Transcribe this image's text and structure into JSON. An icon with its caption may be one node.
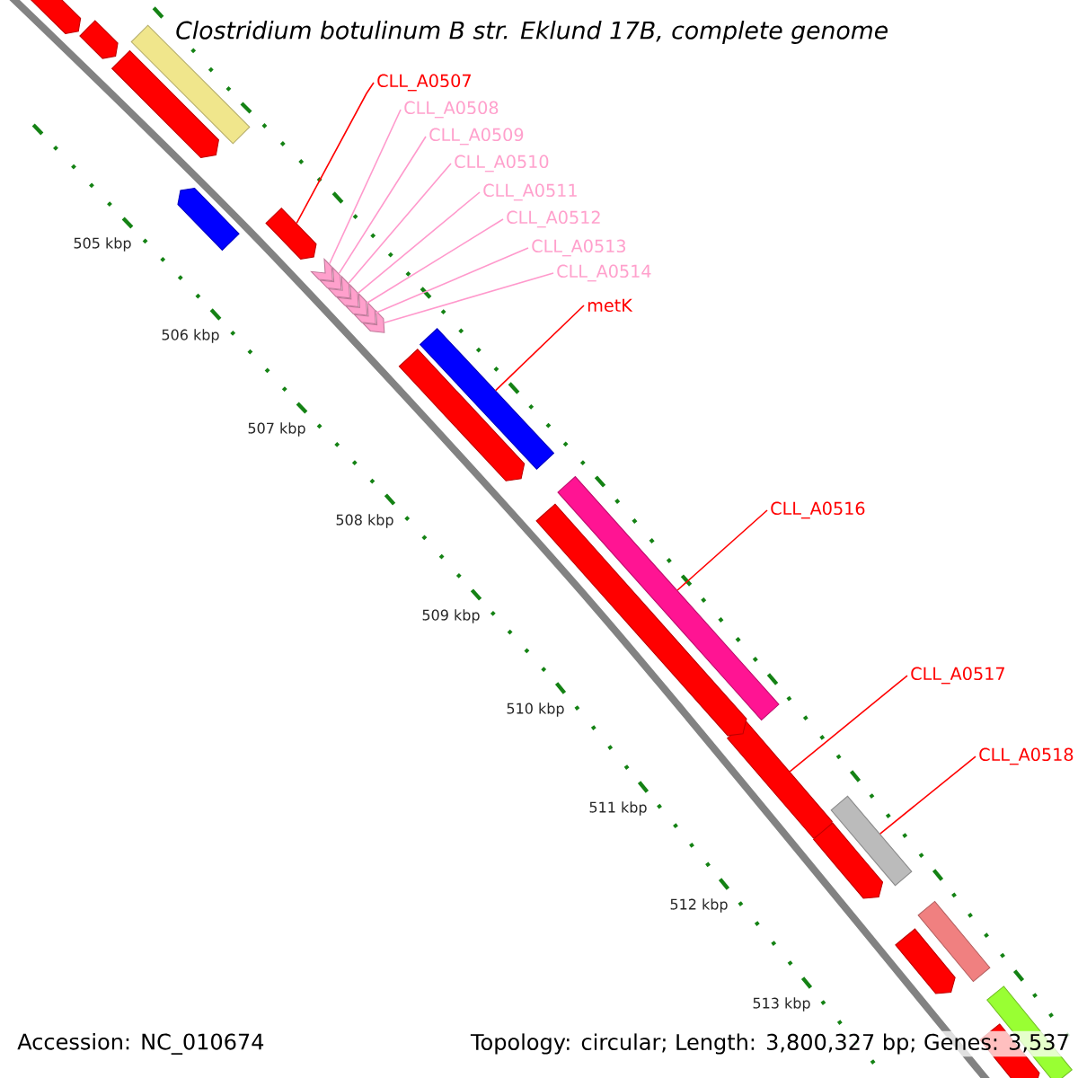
{
  "diagram": {
    "title": "Clostridium botulinum B str. Eklund 17B, complete genome",
    "nodes": [
      {
        "text": [
          "CLL_A0507"
        ]
      },
      {
        "text": [
          "CLL_A0508"
        ]
      },
      {
        "text": [
          "CLL_A0509"
        ]
      },
      {
        "text": [
          "CLL_A0510"
        ]
      },
      {
        "text": [
          "CLL_A0511"
        ]
      },
      {
        "text": [
          "CLL_A0512"
        ]
      },
      {
        "text": [
          "CLL_A0513"
        ]
      },
      {
        "text": [
          "CLL_A0514"
        ]
      },
      {
        "text": [
          "metK"
        ]
      },
      {
        "text": [
          "CLL_A0516"
        ]
      },
      {
        "text": [
          "CLL_A0517"
        ]
      },
      {
        "text": [
          "CLL_A0518"
        ]
      },
      {
        "text": [],
        "shape": "pentagon"
      },
      {
        "text": [],
        "shape": "chevron"
      },
      {
        "text": [],
        "shape": "chevron"
      },
      {
        "text": [],
        "shape": "chevron"
      },
      {
        "text": [],
        "shape": "chevron"
      },
      {
        "text": [],
        "shape": "chevron"
      },
      {
        "text": [],
        "shape": "chevron"
      },
      {
        "text": [],
        "shape": "chevron"
      },
      {
        "text": [],
        "shape": "bar"
      },
      {
        "text": [],
        "shape": "bar"
      },
      {
        "text": [],
        "shape": "pentagon"
      },
      {
        "text": [],
        "shape": "bar"
      },
      {
        "text": [],
        "shape": "pentagon"
      },
      {
        "text": [],
        "shape": "pentagon"
      },
      {
        "text": [],
        "shape": "pentagon"
      },
      {
        "text": [],
        "shape": "bar"
      },
      {
        "text": [],
        "shape": "pentagon"
      },
      {
        "text": [],
        "shape": "pentagon"
      },
      {
        "text": [],
        "shape": "pentagon"
      },
      {
        "text": [],
        "shape": "pentagon"
      },
      {
        "text": [],
        "shape": "pentagon"
      },
      {
        "text": [],
        "shape": "bar"
      },
      {
        "text": [],
        "shape": "bar"
      },
      {
        "text": [],
        "shape": "pentagon"
      }
    ],
    "edges": [
      {
        "from": 0,
        "to": 12,
        "arrow": "none",
        "color": "#ff0000"
      },
      {
        "from": 1,
        "to": 13,
        "arrow": "none"
      },
      {
        "from": 2,
        "to": 14,
        "arrow": "none"
      },
      {
        "from": 3,
        "to": 15,
        "arrow": "none"
      },
      {
        "from": 4,
        "to": 16,
        "arrow": "none"
      },
      {
        "from": 5,
        "to": 17,
        "arrow": "none"
      },
      {
        "from": 6,
        "to": 18,
        "arrow": "none"
      },
      {
        "from": 7,
        "to": 19,
        "arrow": "none"
      },
      {
        "from": 8,
        "to": 20,
        "arrow": "none",
        "color": "#ff0000"
      },
      {
        "from": 9,
        "to": 21,
        "arrow": "none",
        "color": "#ff0000"
      },
      {
        "from": 10,
        "to": 22,
        "arrow": "none",
        "color": "#ff0000"
      },
      {
        "from": 11,
        "to": 23,
        "arrow": "none",
        "color": "#ff0000"
      }
    ],
    "labels": [
      "505 kbp",
      "506 kbp",
      "507 kbp",
      "508 kbp",
      "509 kbp",
      "510 kbp",
      "511 kbp",
      "512 kbp",
      "513 kbp",
      "Accession: NC_010674",
      "Topology: circular; Length: 3,800,327 bp; Genes: 3,537"
    ]
  }
}
